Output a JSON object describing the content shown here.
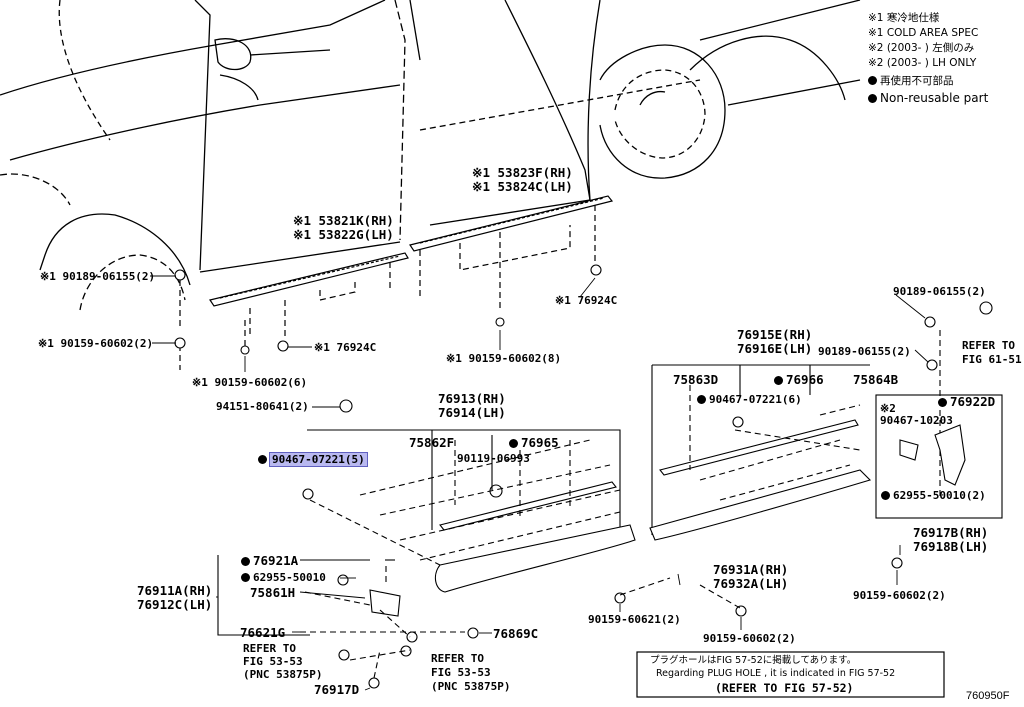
{
  "legend": {
    "cold_jp": "※1 寒冷地仕様",
    "cold_en": "※1 COLD AREA SPEC",
    "lh_jp": "※2 (2003-      ) 左側のみ",
    "lh_en": "※2 (2003-      ) LH ONLY",
    "nonreuse_jp": "再使用不可部品",
    "nonreuse_en": "Non-reusable part"
  },
  "labels": {
    "p53823f": "※1 53823F(RH)",
    "p53824c": "※1 53824C(LH)",
    "p53821k": "※1 53821K(RH)",
    "p53822g": "※1 53822G(LH)",
    "p90189_left": "※1 90189-06155(2)",
    "p90159_left": "※1 90159-60602(2)",
    "p76924c_a": "※1 76924C",
    "p90159_6": "※1 90159-60602(6)",
    "p90159_8": "※1 90159-60602(8)",
    "p76924c_b": "※1 76924C",
    "p90189_right": "90189-06155(2)",
    "refer61_a": "REFER TO",
    "refer61_b": "FIG 61-51",
    "p76915e": "76915E(RH)",
    "p76916e": "76916E(LH)",
    "p90189_mid": "90189-06155(2)",
    "p75863d": "75863D",
    "p76966": "76966",
    "p75864b": "75864B",
    "p90467_6": "90467-07221(6)",
    "p76922d": "76922D",
    "star2": "※2",
    "p90467_10203": "90467-10203",
    "p62955_2": "62955-50010(2)",
    "p76917b": "76917B(RH)",
    "p76918b": "76918B(LH)",
    "p90159_right": "90159-60602(2)",
    "p94151": "94151-80641(2)",
    "p76913": "76913(RH)",
    "p76914": "76914(LH)",
    "p75862f": "75862F",
    "p76965": "76965",
    "p90119": "90119-06993",
    "p90467_5": "90467-07221(5)",
    "p76921a": "76921A",
    "p62955_one": "62955-50010",
    "p76911a": "76911A(RH)",
    "p76912c": "76912C(LH)",
    "p75861h": "75861H",
    "p76621g": "76621G",
    "p76869c": "76869C",
    "refer53a_1": "REFER TO",
    "refer53a_2": "FIG 53-53",
    "refer53a_3": "(PNC 53875P)",
    "refer53b_1": "REFER TO",
    "refer53b_2": "FIG 53-53",
    "refer53b_3": "(PNC 53875P)",
    "p76917d": "76917D",
    "p76931a": "76931A(RH)",
    "p76932a": "76932A(LH)",
    "p90159_60621": "90159-60621(2)",
    "p90159_bottom": "90159-60602(2)"
  },
  "plug_note": {
    "jp": "プラグホールはFIG 57-52に掲載してあります。",
    "en": "Regarding  PLUG HOLE , it is indicated in FIG  57-52",
    "ref": "(REFER TO FIG 57-52)"
  },
  "figure_code": "760950F"
}
